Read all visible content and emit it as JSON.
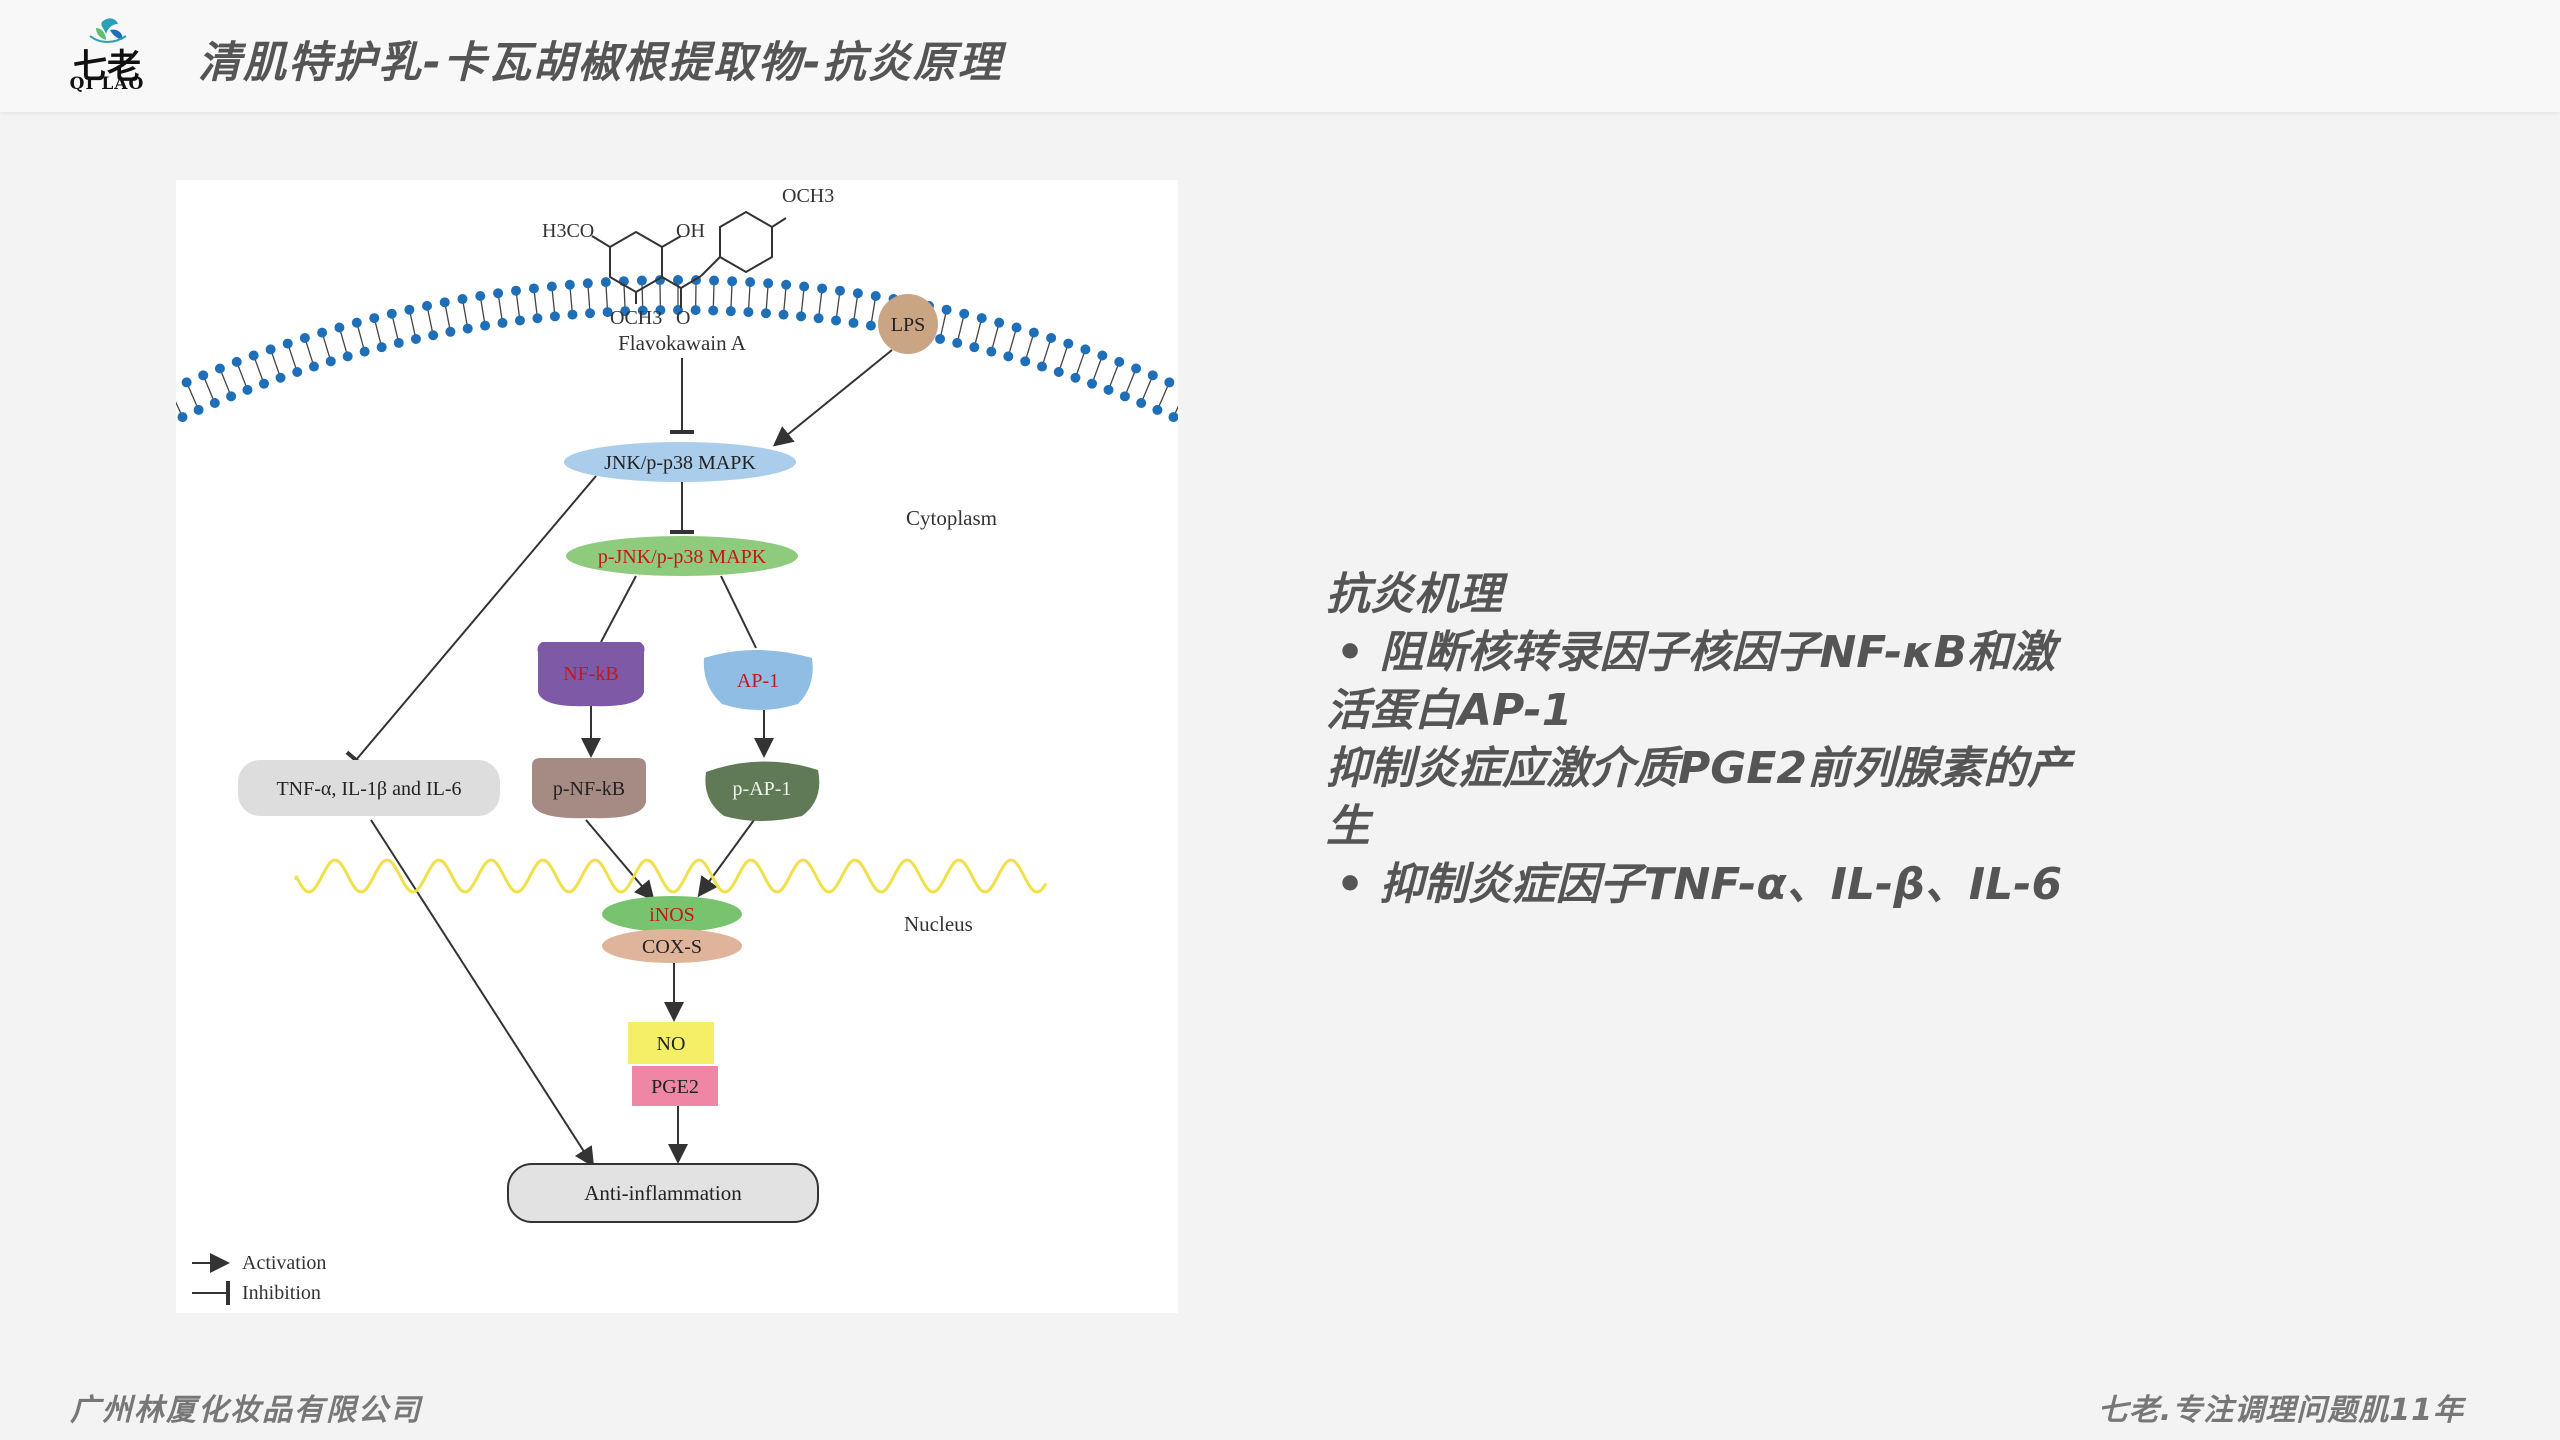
{
  "header": {
    "title": "清肌特护乳-卡瓦胡椒根提取物-抗炎原理",
    "logo_text": "QI LAO",
    "logo_glyph": "七老"
  },
  "diagram": {
    "compound": {
      "label": "Flavokawain A",
      "groups": {
        "och3_top": "OCH3",
        "h3co": "H3CO",
        "oh": "OH",
        "och3_bottom": "OCH3",
        "o": "O"
      }
    },
    "nodes": {
      "lps": "LPS",
      "mapk": "JNK/p-p38 MAPK",
      "p_mapk": "p-JNK/p-p38 MAPK",
      "nfkb": "NF-kB",
      "ap1": "AP-1",
      "tnf": "TNF-α, IL-1β and IL-6",
      "p_nfkb": "p-NF-kB",
      "p_ap1": "p-AP-1",
      "inos": "iNOS",
      "cox": "COX-S",
      "no": "NO",
      "pge2": "PGE2",
      "anti": "Anti-inflammation"
    },
    "compartments": {
      "cytoplasm": "Cytoplasm",
      "nucleus": "Nucleus"
    },
    "legend": {
      "activation": "Activation",
      "inhibition": "Inhibition"
    },
    "colors": {
      "membrane_head": "#1f6fb8",
      "lps": "#c9a584",
      "mapk": "#a9cdea",
      "p_mapk": "#8fcb7c",
      "nfkb": "#7e5aa6",
      "ap1": "#8fbde3",
      "p_nfkb": "#a58b84",
      "p_ap1": "#5f7a55",
      "inos": "#78c46e",
      "cox": "#e0b49a",
      "no": "#f5ef68",
      "pge2": "#ef86a6",
      "red_text": "#c4161c",
      "nucleus_wave": "#f0e04a"
    }
  },
  "mechanism": {
    "heading": "抗炎机理",
    "bullet1_a": "阻断核转录因子核因子NF-κB和激",
    "bullet1_b": "活蛋白AP-1",
    "line2_a": "抑制炎症应激介质PGE2前列腺素的产",
    "line2_b": "生",
    "bullet3": "抑制炎症因子TNF-α、IL-β、IL-6"
  },
  "footer": {
    "company": "广州林厦化妆品有限公司",
    "slogan": "七老.专注调理问题肌11年"
  }
}
